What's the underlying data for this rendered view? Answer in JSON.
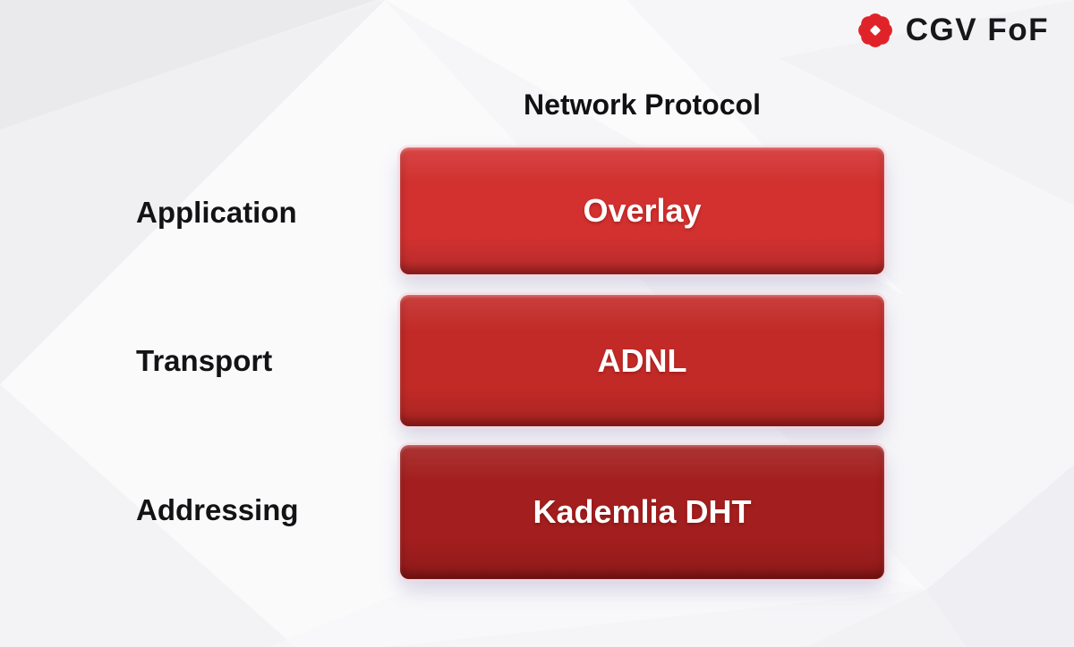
{
  "brand": {
    "name": "CGV FoF",
    "logo_icon": "flower-rosette-icon",
    "logo_color": "#e02329"
  },
  "title": "Network Protocol",
  "layers": [
    {
      "label": "Application",
      "protocol": "Overlay",
      "color": "#d23130"
    },
    {
      "label": "Transport",
      "protocol": "ADNL",
      "color": "#c22a27"
    },
    {
      "label": "Addressing",
      "protocol": "Kademlia DHT",
      "color": "#a31e1e"
    }
  ],
  "colors": {
    "background": "#f3f3f5",
    "title_text": "#111114",
    "label_text": "#131316",
    "box_text": "#ffffff",
    "box_halo": "#f8d5dd"
  }
}
